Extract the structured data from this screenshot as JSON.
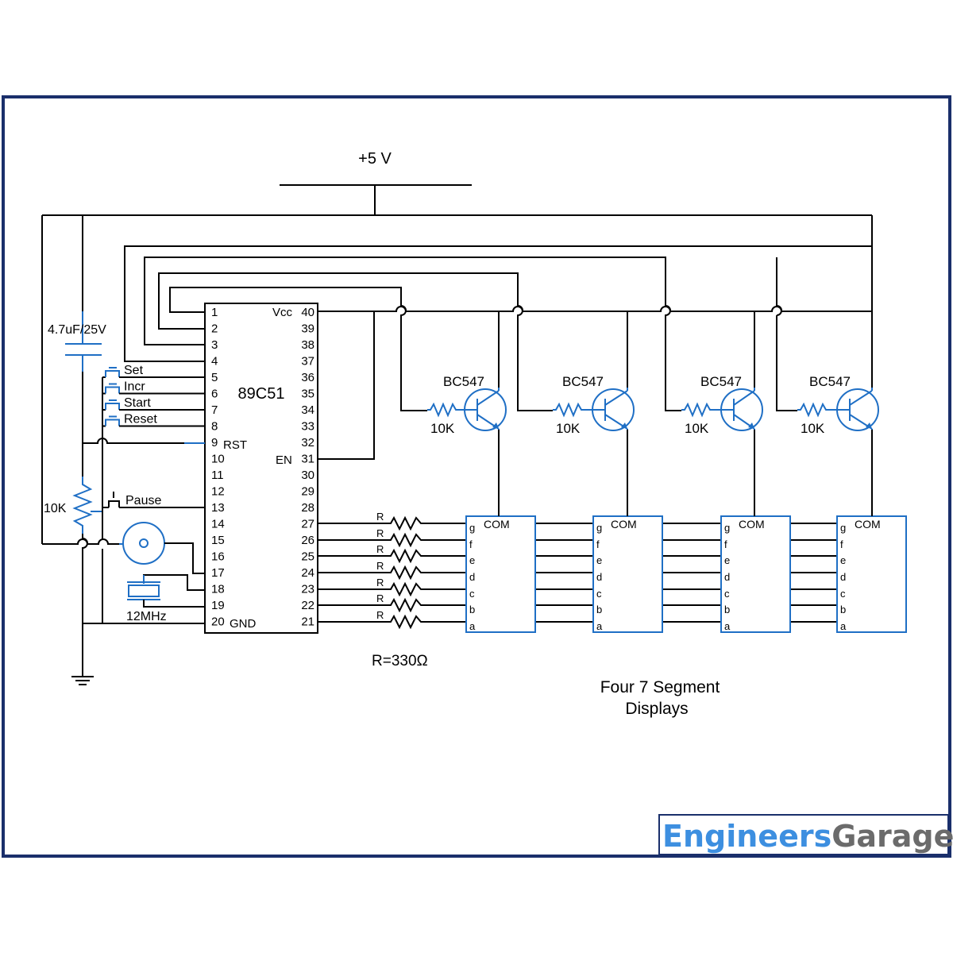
{
  "supply_label": "+5 V",
  "mcu": {
    "name": "89C51",
    "left_pins": [
      "1",
      "2",
      "3",
      "4",
      "5",
      "6",
      "7",
      "8",
      "9",
      "10",
      "11",
      "12",
      "13",
      "14",
      "15",
      "16",
      "17",
      "18",
      "19",
      "20"
    ],
    "right_pins": [
      "40",
      "39",
      "38",
      "37",
      "36",
      "35",
      "34",
      "33",
      "32",
      "31",
      "30",
      "29",
      "28",
      "27",
      "26",
      "25",
      "24",
      "23",
      "22",
      "21"
    ],
    "vcc": "Vcc",
    "rst": "RST",
    "en": "EN",
    "gnd": "GND"
  },
  "capacitor_label": "4.7uF/25V",
  "pot_label": "10K",
  "crystal_label": "12MHz",
  "switches": [
    "Set",
    "Incr",
    "Start",
    "Reset",
    "Pause"
  ],
  "transistor_label": "BC547",
  "base_resistor_label": "10K",
  "segment_resistor_label": "R",
  "resistor_value": "R=330Ω",
  "display": {
    "com": "COM",
    "segments": [
      "g",
      "f",
      "e",
      "d",
      "c",
      "b",
      "a"
    ]
  },
  "displays_caption": [
    "Four 7 Segment",
    "Displays"
  ],
  "logo": {
    "part1": "Engineers",
    "part2": "Garage",
    "color1": "#3d8fe0",
    "color2": "#6b6b6b"
  },
  "colors": {
    "wire": "#000000",
    "component": "#1f6fc5",
    "frame": "#1a2f6b"
  }
}
